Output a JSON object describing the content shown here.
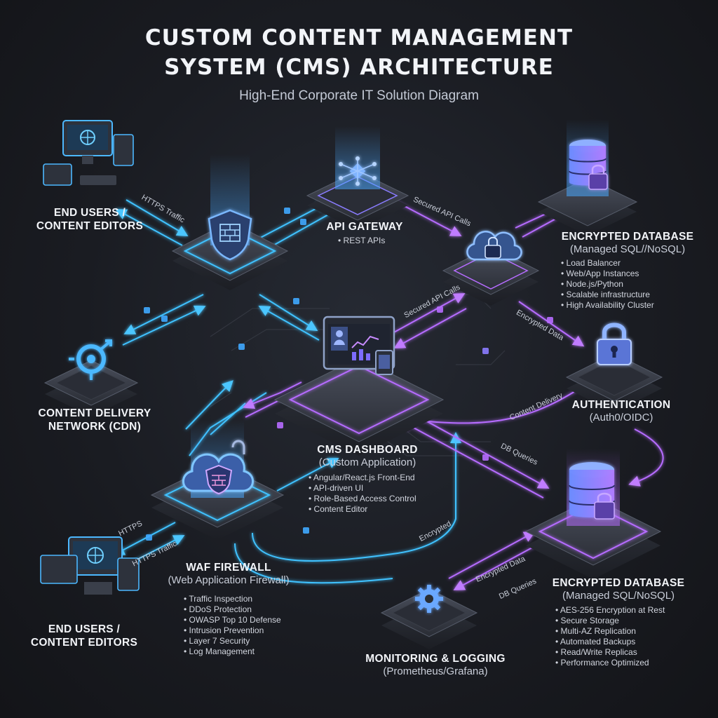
{
  "header": {
    "title_line1": "CUSTOM CONTENT MANAGEMENT",
    "title_line2": "SYSTEM (CMS) ARCHITECTURE",
    "subtitle": "High-End Corporate IT Solution Diagram"
  },
  "nodes": {
    "end_users_top": {
      "title_line1": "END USERS /",
      "title_line2": "CONTENT EDITORS"
    },
    "api_gateway": {
      "title": "API GATEWAY",
      "bullets": [
        "REST APIs"
      ]
    },
    "encrypted_db_top": {
      "title": "ENCRYPTED DATABASE",
      "subtitle": "(Managed SQL//NoSQL)",
      "bullets": [
        "Load Balancer",
        "Web/App Instances",
        "Node.js/Python",
        "Scalable infrastructure",
        "High Availability Cluster"
      ]
    },
    "cdn": {
      "title_line1": "CONTENT DELIVERY",
      "title_line2": "NETWORK (CDN)"
    },
    "authentication": {
      "title": "AUTHENTICATION",
      "subtitle": "(Auth0/OIDC)"
    },
    "cms_dashboard": {
      "title": "CMS DASHBOARD",
      "subtitle": "(Custom Application)",
      "bullets": [
        "Angular/React.js Front-End",
        "API-driven UI",
        "Role-Based Access Control",
        "Content Editor"
      ]
    },
    "waf_firewall": {
      "title": "WAF FIREWALL",
      "subtitle": "(Web Application Firewall)",
      "bullets": [
        "Traffic Inspection",
        "DDoS Protection",
        "OWASP Top 10 Defense",
        "Intrusion Prevention",
        "Layer 7 Security",
        "Log Management"
      ]
    },
    "end_users_bottom": {
      "title_line1": "END USERS /",
      "title_line2": "CONTENT EDITORS"
    },
    "monitoring": {
      "title": "MONITORING & LOGGING",
      "subtitle": "(Prometheus/Grafana)"
    },
    "encrypted_db_bottom": {
      "title": "ENCRYPTED DATABASE",
      "subtitle": "(Managed SQL/NoSQL)",
      "bullets": [
        "AES-256 Encryption at Rest",
        "Secure Storage",
        "Multi-AZ Replication",
        "Automated Backups",
        "Read/Write Replicas",
        "Performance Optimized"
      ]
    }
  },
  "connections": {
    "https_traffic_top": "HTTPS Traffic",
    "secured_api_calls_1": "Secured API Calls",
    "secured_api_calls_2": "Secured API Calls",
    "encrypted_data_right": "Encrypted Data",
    "content_delivery": "Content Delivery",
    "db_queries_mid": "DB Queries",
    "https": "HTTPS",
    "https_traffic_bottom": "HTTPS Traffic",
    "encrypted": "Encrypted",
    "encrypted_data_bottom": "Encrypted Data",
    "db_queries_bottom": "DB Queries"
  },
  "colors": {
    "cyan": "#3fc2ff",
    "purple": "#b66cff",
    "background": "#1a1c22"
  },
  "icons": [
    "devices-icon",
    "shield-firewall-icon",
    "api-hub-icon",
    "cloud-lock-icon",
    "database-lock-icon",
    "cdn-network-icon",
    "padlock-icon",
    "dashboard-tablet-icon",
    "cloud-shield-icon",
    "gear-icon"
  ]
}
